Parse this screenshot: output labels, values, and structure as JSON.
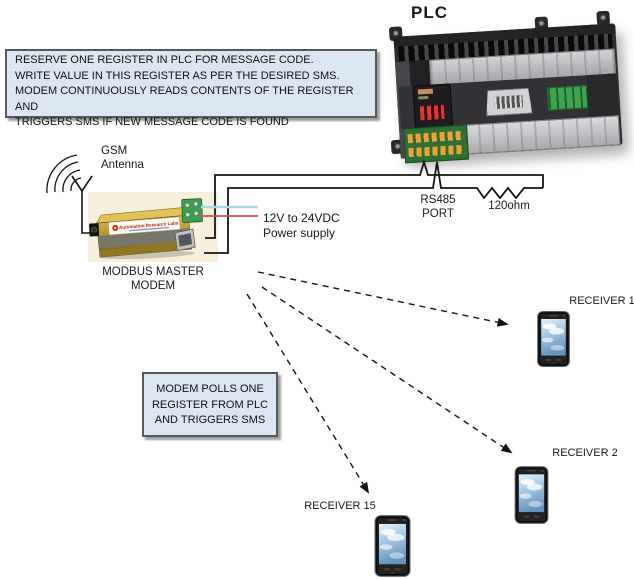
{
  "diagram": {
    "plc_label": "PLC",
    "plc_note": {
      "lines": [
        "RESERVE ONE REGISTER IN PLC FOR MESSAGE CODE.",
        "WRITE VALUE IN THIS REGISTER AS PER THE DESIRED SMS.",
        "MODEM CONTINUOUSLY READS CONTENTS OF THE REGISTER AND",
        "TRIGGERS SMS IF NEW MESSAGE CODE IS FOUND"
      ]
    },
    "modem_note": {
      "lines": [
        "MODEM POLLS ONE",
        "REGISTER FROM PLC",
        "AND TRIGGERS SMS"
      ]
    },
    "antenna": {
      "line1": "GSM",
      "line2": "Antenna"
    },
    "modem": {
      "caption_line1": "MODBUS MASTER",
      "caption_line2": "MODEM",
      "brand": "Automation Research Labs"
    },
    "power": {
      "line1": "12V to 24VDC",
      "line2": "Power supply"
    },
    "rs485": {
      "line1": "RS485",
      "line2": "PORT"
    },
    "resistor_label": "120ohm",
    "receivers": [
      {
        "label": "RECEIVER 1"
      },
      {
        "label": "RECEIVER 2"
      },
      {
        "label": "RECEIVER 15"
      }
    ]
  },
  "colors": {
    "note_bg": "#dce6f2",
    "note_border": "#58595b",
    "wire": "#141414",
    "power_blue": "#a9d7e8",
    "power_red": "#e04b4b",
    "modem_gold": "#c9a83f",
    "terminal_green": "#3fa24f",
    "terminal_orange": "#f0a13a"
  }
}
